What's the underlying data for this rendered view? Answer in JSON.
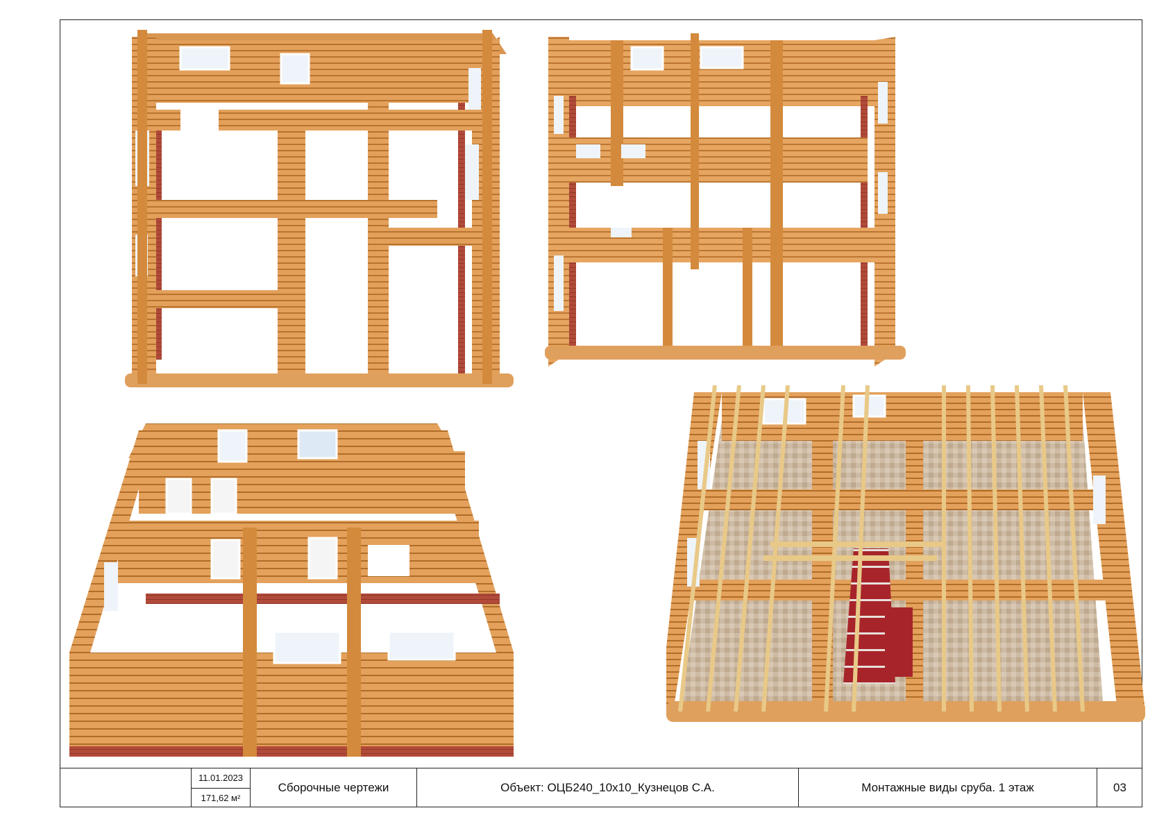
{
  "title_block": {
    "date": "11.01.2023",
    "area": "171,62 м²",
    "doc_type": "Сборочные чертежи",
    "object": "Объект: ОЦБ240_10х10_Кузнецов С.А.",
    "sheet_title": "Монтажные виды сруба. 1 этаж",
    "sheet_number": "03"
  },
  "colors": {
    "log_light": "#e8a35a",
    "log_mid": "#d48a3c",
    "log_dark": "#b26a24",
    "brick": "#b84a3a",
    "floor_tile": "#cdbba5",
    "stair_red": "#a7252a",
    "rafter": "#e9c988",
    "window_glass": "#e6f0f8"
  }
}
